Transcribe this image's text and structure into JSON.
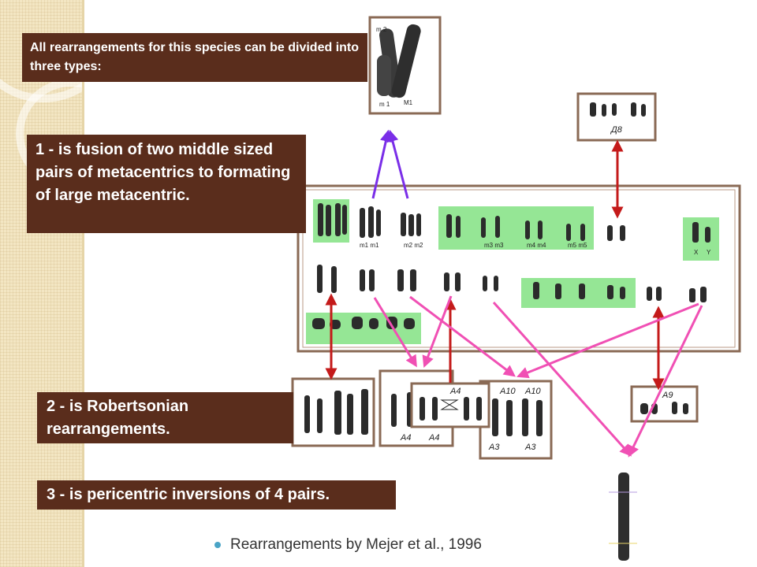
{
  "callouts": {
    "intro": "All rearrangements for this species can be divided into three types:",
    "type1": "1 - is fusion of two middle sized pairs of metacentrics to formating of large metacentric.",
    "type2": "2 - is Robertsonian rearrangements.",
    "type3": "3 - is pericentric inversions of 4 pairs."
  },
  "bullet": {
    "text": "Rearrangements by Mejer et al., 1996"
  },
  "karyotype_labels": {
    "row1": [
      "m1 m1",
      "m2 m2",
      "m3 m3",
      "m4 m4",
      "m5 m5",
      "X",
      "Y"
    ],
    "fusion": [
      "m 2",
      "m 1",
      "M1"
    ],
    "d8": "Д8",
    "a4_box": [
      "A4",
      "A4"
    ],
    "a4_inset": "A4",
    "a10_box": [
      "A10",
      "A10",
      "A3",
      "A3"
    ],
    "a9": "A9"
  },
  "colors": {
    "callout_bg": "#5a2d1c",
    "highlight_green": "#7be07b",
    "arrow_red": "#c41a1a",
    "arrow_purple": "#7a2ee8",
    "arrow_pink": "#f050b4",
    "bullet": "#4aa4c6"
  }
}
